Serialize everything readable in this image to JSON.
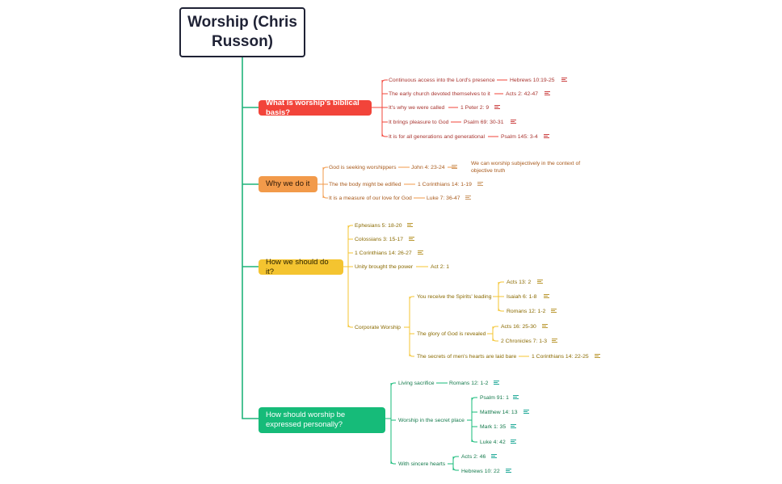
{
  "root": {
    "title": "Worship (Chris Russon)"
  },
  "topics": {
    "t1": {
      "label": "What is worship's biblical basis?",
      "color": "#f2443a"
    },
    "t2": {
      "label": "Why we do it",
      "color": "#f29a4a"
    },
    "t3": {
      "label": "How we should do it?",
      "color": "#f4c430"
    },
    "t4": {
      "label": "How should worship be expressed personally?",
      "color": "#16bb79"
    }
  },
  "t1": {
    "s1": "Continuous access into the Lord's presence",
    "r1": "Hebrews 10:19-25",
    "s2": "The early church devoted themselves to it",
    "r2": "Acts 2: 42-47",
    "s3": "It's why we were called",
    "r3": "1 Peter 2: 9",
    "s4": "It brings pleasure to God",
    "r4": "Psalm 69: 30-31",
    "s5": "It is for all generations and generational",
    "r5": "Psalm 145: 3-4"
  },
  "t2": {
    "s1": "God is seeking worshippers",
    "r1": "John 4: 23-24",
    "n1": "We can worship subjectively in the context of objective truth",
    "s2": "The the body might be edified",
    "r2": "1 Corinthians 14: 1-19",
    "s3": "It is a measure of our love for God",
    "r3": "Luke 7: 36-47"
  },
  "t3": {
    "s1": "Ephesians 5: 18-20",
    "s2": "Colossians 3: 15-17",
    "s3": "1 Corinthians 14: 26-27",
    "s4": "Unity brought the power",
    "r4": "Act 2: 1",
    "s5": "Corporate Worship",
    "c1": "You receive the Spirits' leading",
    "c1r1": "Acts 13: 2",
    "c1r2": "Isaiah 6: 1-8",
    "c1r3": "Romans 12: 1-2",
    "c2": "The glory of God is revealed",
    "c2r1": "Acts 16: 25-30",
    "c2r2": "2 Chronicles 7: 1-3",
    "c3": "The secrets of men's hearts are laid bare",
    "c3r1": "1 Corinthians 14: 22-25"
  },
  "t4": {
    "s1": "Living sacrifice",
    "r1": "Romans 12: 1-2",
    "s2": "Worship in the secret place",
    "s2r1": "Psalm 91: 1",
    "s2r2": "Matthew 14: 13",
    "s2r3": "Mark 1: 35",
    "s2r4": "Luke 4: 42",
    "s3": "With sincere hearts",
    "s3r1": "Acts 2: 46",
    "s3r2": "Hebrews 10: 22"
  },
  "colors": {
    "red": "#f2443a",
    "orange": "#f29a4a",
    "yellow": "#f4c430",
    "green": "#16bb79",
    "spine": "#1fb37a",
    "root_border": "#1f2235"
  },
  "icons": {
    "note": "note-lines-icon"
  }
}
